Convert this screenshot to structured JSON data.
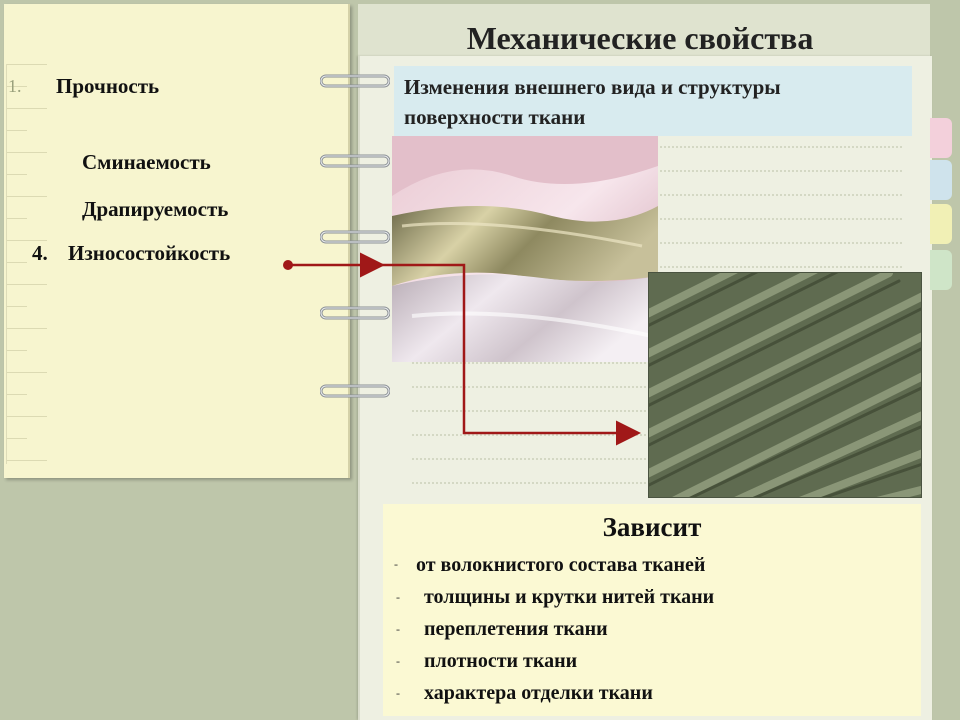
{
  "title": "Механические свойства",
  "left_list": {
    "number_fragment": "1.",
    "items": [
      {
        "label": "Прочность"
      },
      {
        "label": "Сминаемость"
      },
      {
        "label": "Драпируемость"
      },
      {
        "number": "4.",
        "label": "Износостойкость"
      }
    ]
  },
  "info": {
    "line1": "Изменения внешнего вида и структуры",
    "line2": "поверхности ткани"
  },
  "depends": {
    "title": "Зависит",
    "bullet": "-",
    "factors": [
      "от волокнистого состава тканей",
      "толщины и крутки нитей ткани",
      "переплетения ткани",
      "плотности ткани",
      "характера отделки ткани"
    ]
  },
  "colors": {
    "arrow": "#a01818",
    "left_page": "#f7f5cf",
    "info_box": "#d8ebef",
    "depends_box": "#fbf9d3",
    "tabs": [
      "#f3d0db",
      "#cfe3ec",
      "#f1f0b5",
      "#cfe5c8"
    ]
  },
  "icons": [
    "binder-ring-icon",
    "connector-arrow-icon"
  ]
}
